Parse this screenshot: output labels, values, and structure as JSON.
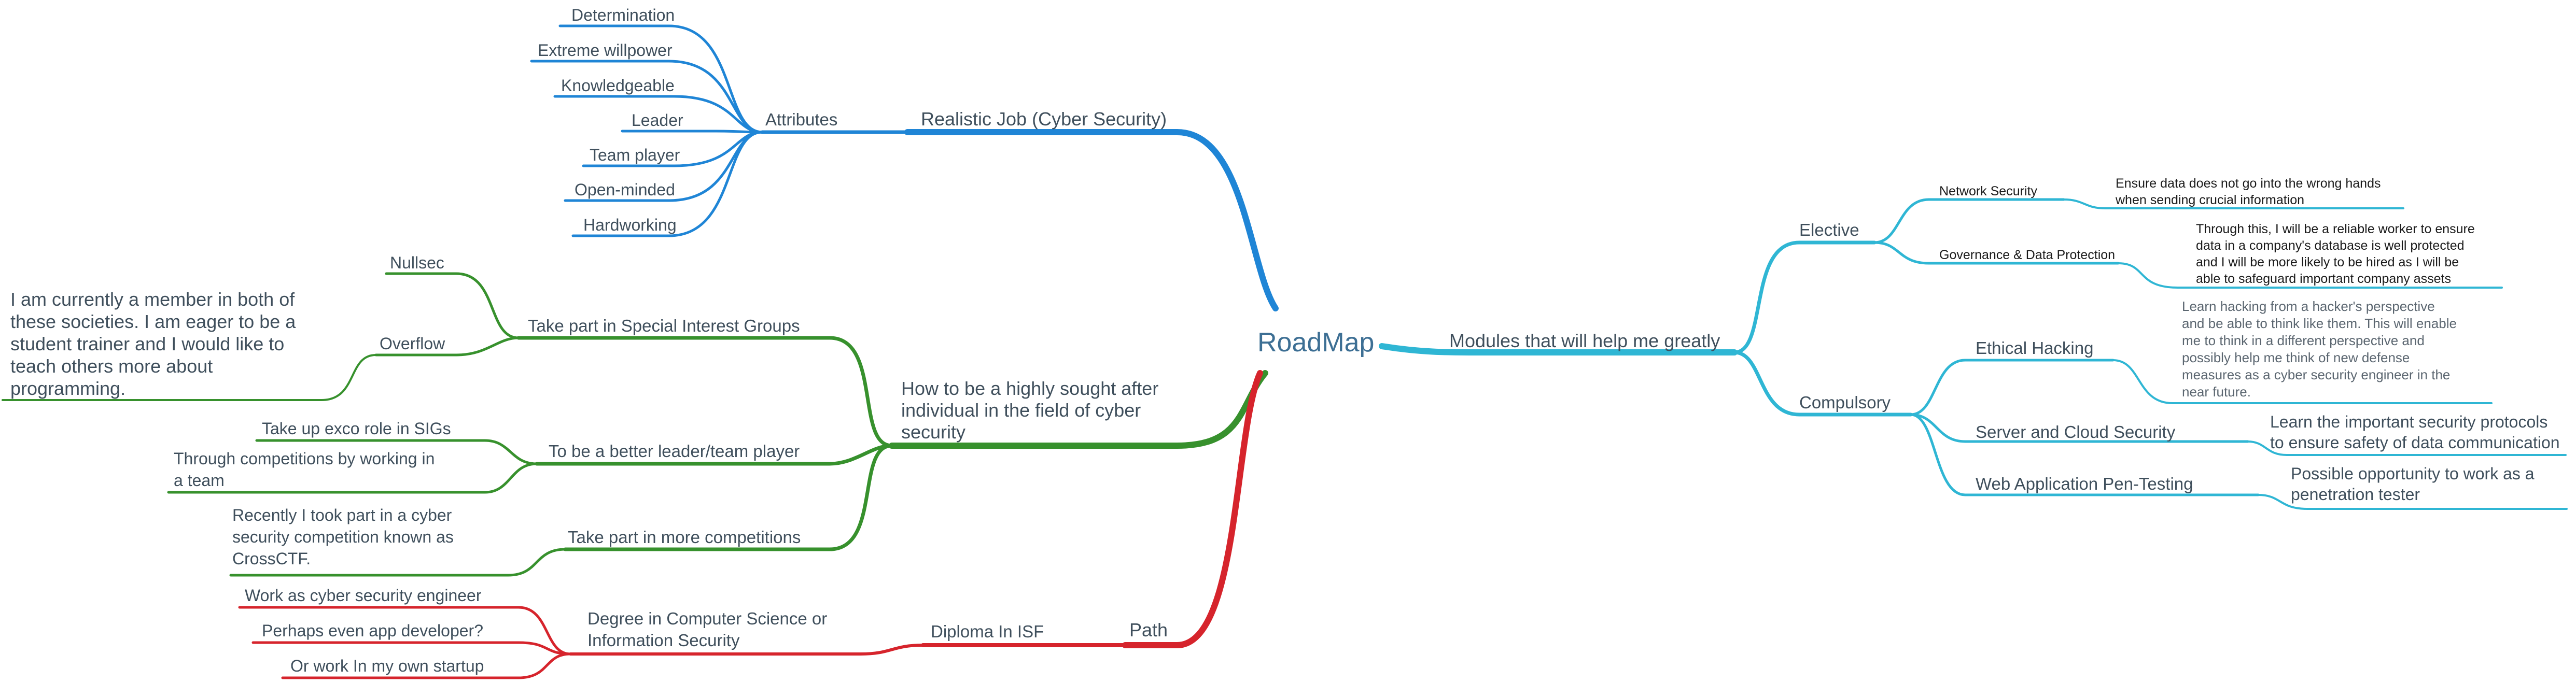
{
  "root": "RoadMap",
  "colors": {
    "blue": "#1f85d6",
    "green": "#37912d",
    "red": "#d6242c",
    "cyan": "#2fb6d4"
  },
  "branches": {
    "realistic_job": {
      "label": "Realistic Job (Cyber Security)",
      "attributes": {
        "label": "Attributes",
        "items": [
          "Determination",
          "Extreme willpower",
          "Knowledgeable",
          "Leader",
          "Team player",
          "Open-minded",
          "Hardworking"
        ]
      }
    },
    "highly_sought": {
      "label_lines": [
        "How to be a highly sought after",
        "individual in the field of cyber",
        "security"
      ],
      "sig": {
        "label": "Take part in Special Interest Groups",
        "nullsec": "Nullsec",
        "overflow": "Overflow",
        "overflow_note": [
          "I am currently a member in both of",
          "these societies. I am eager to be a",
          "student trainer and I would like to",
          "teach others more about",
          "programming."
        ]
      },
      "leader": {
        "label": "To be a better leader/team player",
        "exco": "Take up exco role in SIGs",
        "competitions_lines": [
          "Through competitions by working in",
          "a team"
        ]
      },
      "competitions": {
        "label": "Take part in more competitions",
        "note_lines": [
          "Recently I took part in a cyber",
          "security competition known as",
          "CrossCTF."
        ]
      }
    },
    "path": {
      "label": "Path",
      "diploma": "Diploma In ISF",
      "degree_lines": [
        "Degree in Computer Science or",
        "Information Security"
      ],
      "careers": [
        "Work as cyber security engineer",
        "Perhaps even app developer?",
        "Or work In my own startup"
      ]
    },
    "modules": {
      "label": "Modules that will help me greatly",
      "elective": {
        "label": "Elective",
        "network": {
          "label": "Network Security",
          "note_lines": [
            "Ensure data does not go into the wrong hands",
            "when sending crucial information"
          ]
        },
        "governance": {
          "label": "Governance & Data Protection",
          "note_lines": [
            "Through this, I will be a reliable worker to ensure",
            "data in a company's database is well protected",
            "and I will be more likely to be hired as I will be",
            "able to safeguard important company assets"
          ]
        }
      },
      "compulsory": {
        "label": "Compulsory",
        "ethical": {
          "label": "Ethical Hacking",
          "note_lines": [
            "Learn hacking from a hacker's perspective",
            "and be able to think like them. This will enable",
            "me to think in a different perspective and",
            "possibly help me think of new defense",
            "measures as a cyber security engineer in the",
            "near future."
          ]
        },
        "server": {
          "label": "Server and Cloud Security",
          "note_lines": [
            "Learn the important security protocols",
            "to ensure safety of data communication"
          ]
        },
        "webapp": {
          "label": "Web Application Pen-Testing",
          "note_lines": [
            "Possible opportunity to work as a",
            "penetration tester"
          ]
        }
      }
    }
  }
}
